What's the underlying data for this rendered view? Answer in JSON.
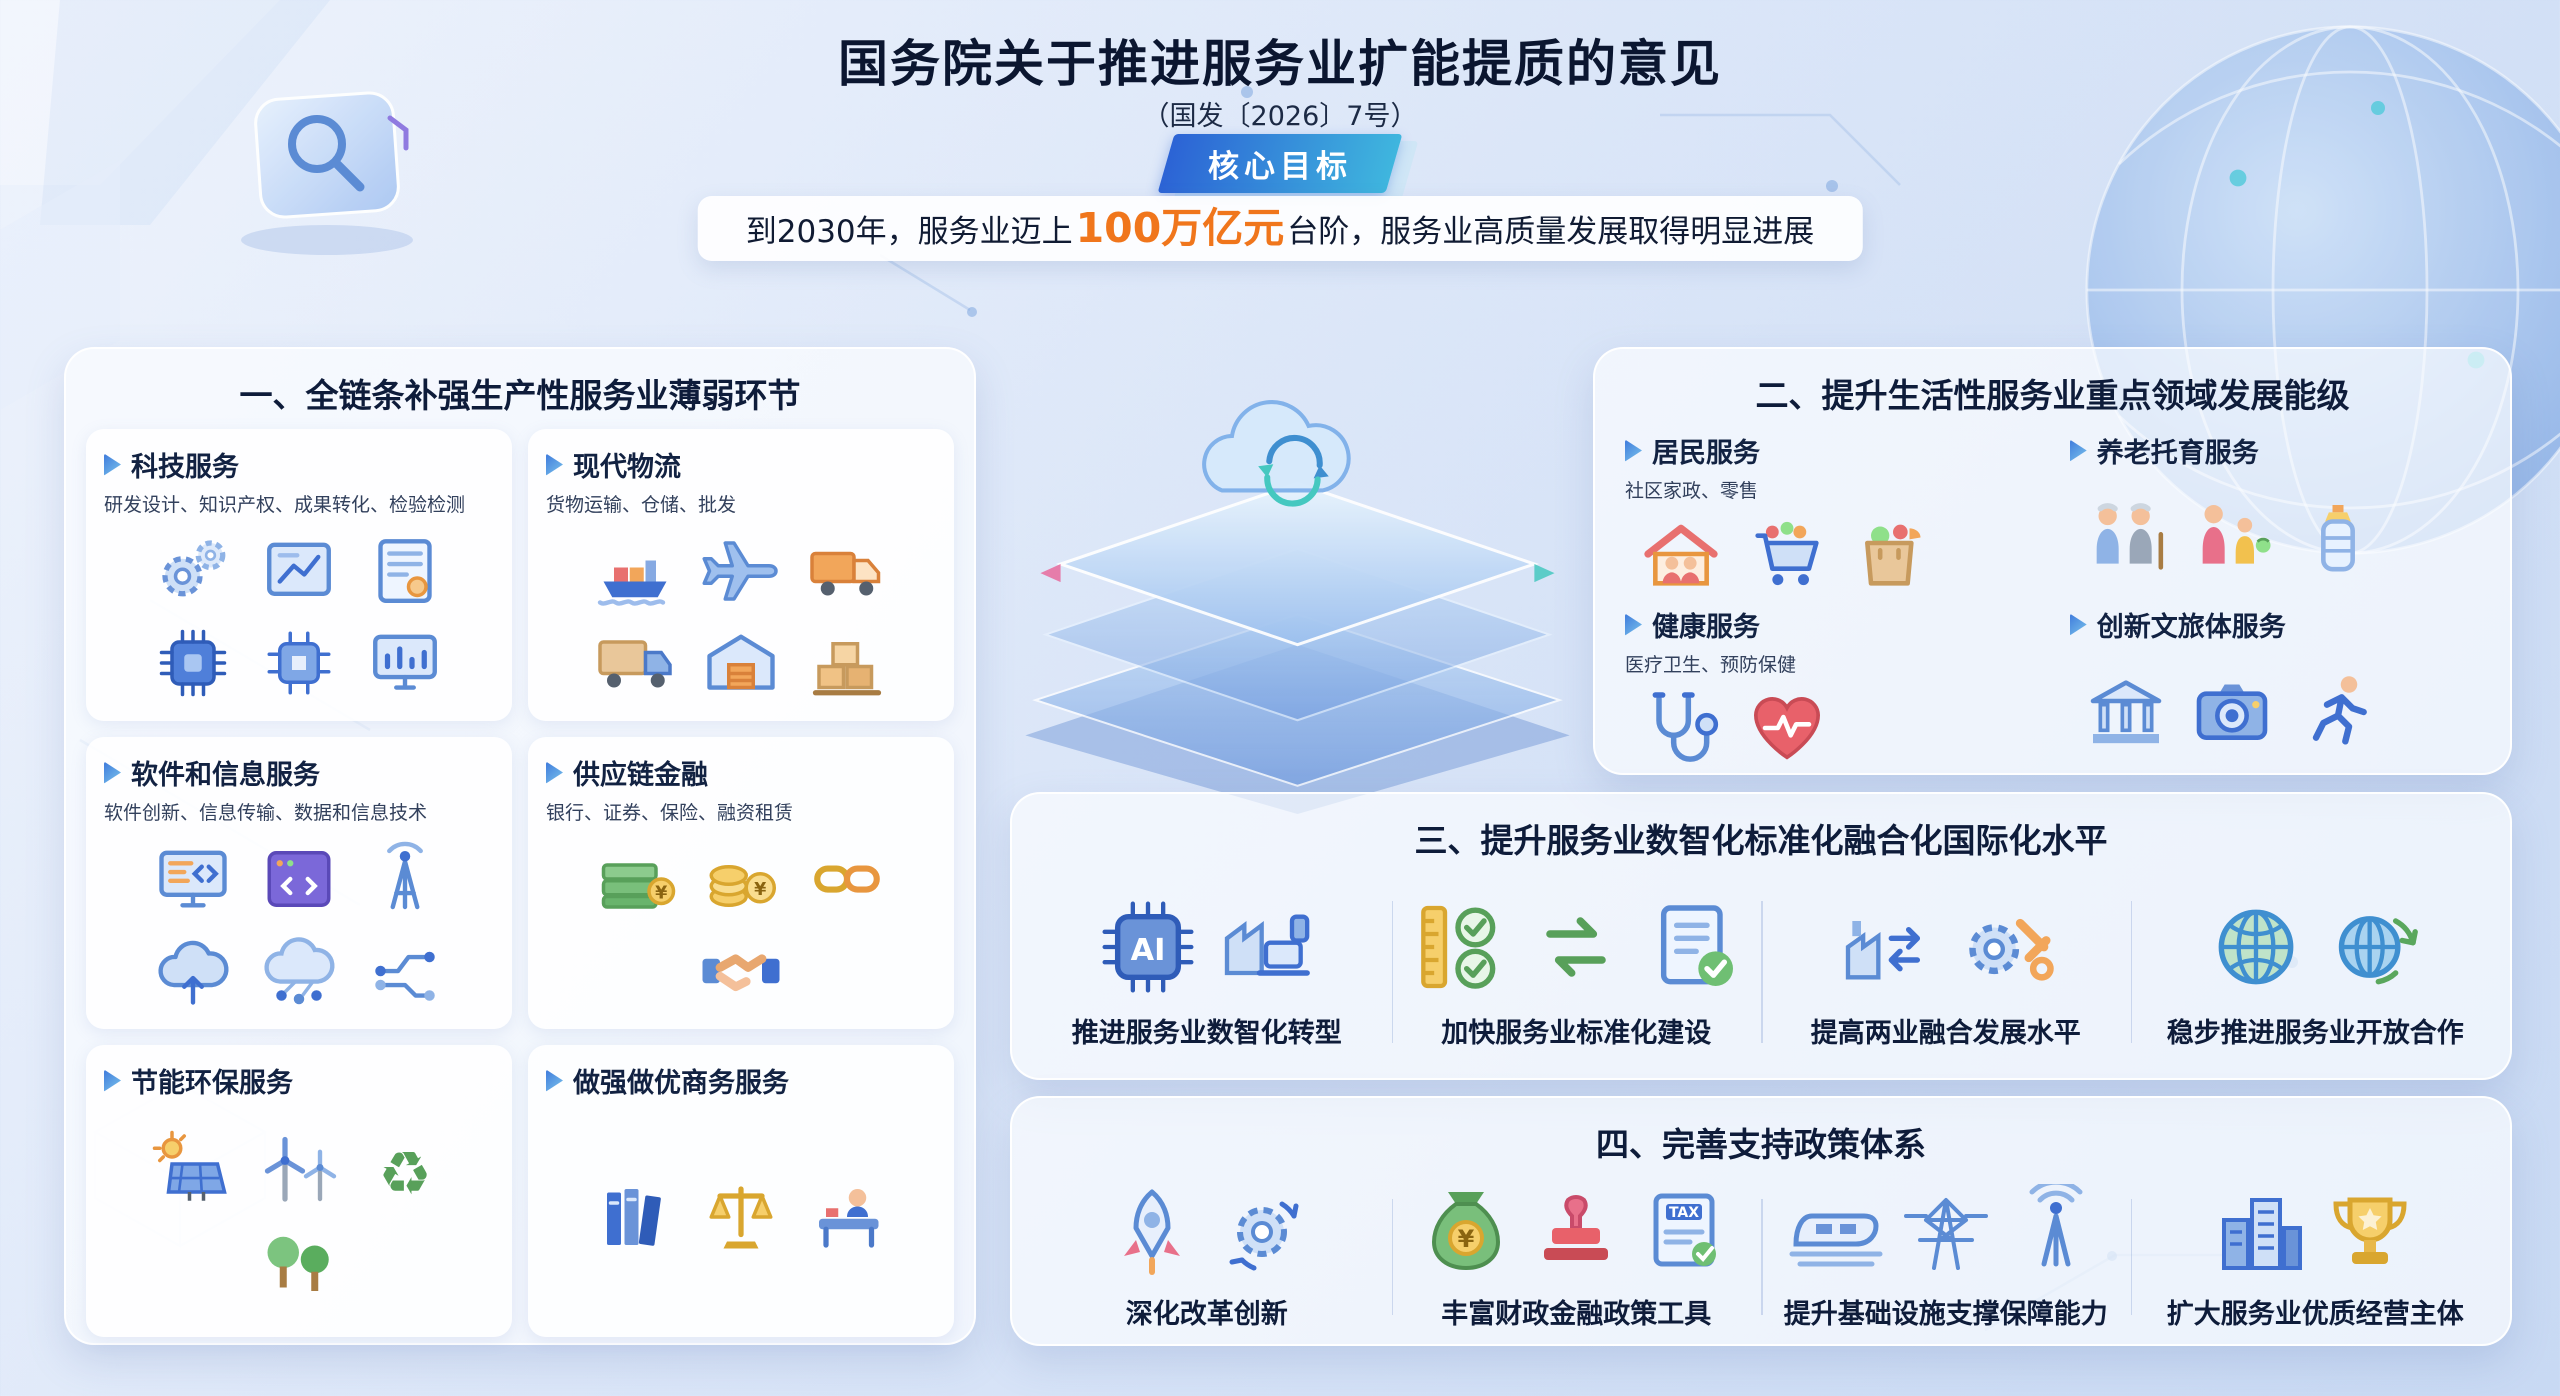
{
  "page": {
    "title": "国务院关于推进服务业扩能提质的意见",
    "doc_number": "（国发〔2026〕7号）",
    "badge": "核心目标",
    "goal": {
      "prefix": "到2030年，服务业迈上",
      "highlight": "100万亿元",
      "suffix": "台阶，服务业高质量发展取得明显进展"
    }
  },
  "colors": {
    "accent_blue": "#2c63d5",
    "accent_teal": "#3fb6de",
    "highlight_orange": "#f0761c",
    "panel_white": "#fcfeff",
    "title_navy": "#0e1c3a"
  },
  "section1": {
    "title": "一、全链条补强生产性服务业薄弱环节",
    "cards": [
      {
        "title": "科技服务",
        "desc": "研发设计、知识产权、成果转化、检验检测",
        "icons": [
          "gears",
          "blueprint",
          "certificate",
          "chip",
          "cpu",
          "monitor-chart"
        ]
      },
      {
        "title": "现代物流",
        "desc": "货物运输、仓储、批发",
        "icons": [
          "cargo-ship",
          "airplane",
          "delivery-truck",
          "truck",
          "warehouse",
          "pallet"
        ]
      },
      {
        "title": "软件和信息服务",
        "desc": "软件创新、信息传输、数据和信息技术",
        "icons": [
          "monitor-code",
          "code",
          "antenna",
          "cloud-upload",
          "cloud-network",
          "circuit"
        ]
      },
      {
        "title": "供应链金融",
        "desc": "银行、证券、保险、融资租赁",
        "icons": [
          "cash",
          "coins",
          "chain",
          "handshake"
        ]
      },
      {
        "title": "节能环保服务",
        "desc": "",
        "icons": [
          "solar-panel",
          "wind-turbine",
          "recycle",
          "trees"
        ]
      },
      {
        "title": "做强做优商务服务",
        "desc": "",
        "icons": [
          "books",
          "scales",
          "office-desk"
        ]
      }
    ]
  },
  "section2": {
    "title": "二、提升生活性服务业重点领域发展能级",
    "cards": [
      {
        "title": "居民服务",
        "desc": "社区家政、零售",
        "icons": [
          "family-house",
          "shopping-cart",
          "grocery-bag"
        ]
      },
      {
        "title": "养老托育服务",
        "desc": "",
        "icons": [
          "elderly-care",
          "childcare",
          "baby-bottle"
        ]
      },
      {
        "title": "健康服务",
        "desc": "医疗卫生、预防保健",
        "icons": [
          "stethoscope",
          "heart-ecg"
        ]
      },
      {
        "title": "创新文旅体服务",
        "desc": "",
        "icons": [
          "museum",
          "camera",
          "runner"
        ]
      }
    ]
  },
  "section3": {
    "title": "三、提升服务业数智化标准化融合化国际化水平",
    "items": [
      {
        "label": "推进服务业数智化转型",
        "icons": [
          "ai-chip",
          "digital-factory"
        ]
      },
      {
        "label": "加快服务业标准化建设",
        "icons": [
          "ruler-check",
          "sync-arrows",
          "doc-check"
        ]
      },
      {
        "label": "提高两业融合发展水平",
        "icons": [
          "factory-fusion",
          "gear-wrench"
        ]
      },
      {
        "label": "稳步推进服务业开放合作",
        "icons": [
          "globe-network",
          "globe-exchange"
        ]
      }
    ]
  },
  "section4": {
    "title": "四、完善支持政策体系",
    "items": [
      {
        "label": "深化改革创新",
        "icons": [
          "rocket",
          "reform-gears"
        ]
      },
      {
        "label": "丰富财政金融政策工具",
        "icons": [
          "money-bag",
          "stamp",
          "tax-doc"
        ]
      },
      {
        "label": "提升基础设施支撑保障能力",
        "icons": [
          "high-speed-train",
          "power-tower",
          "signal-tower"
        ]
      },
      {
        "label": "扩大服务业优质经营主体",
        "icons": [
          "city-buildings",
          "trophy"
        ]
      }
    ]
  }
}
